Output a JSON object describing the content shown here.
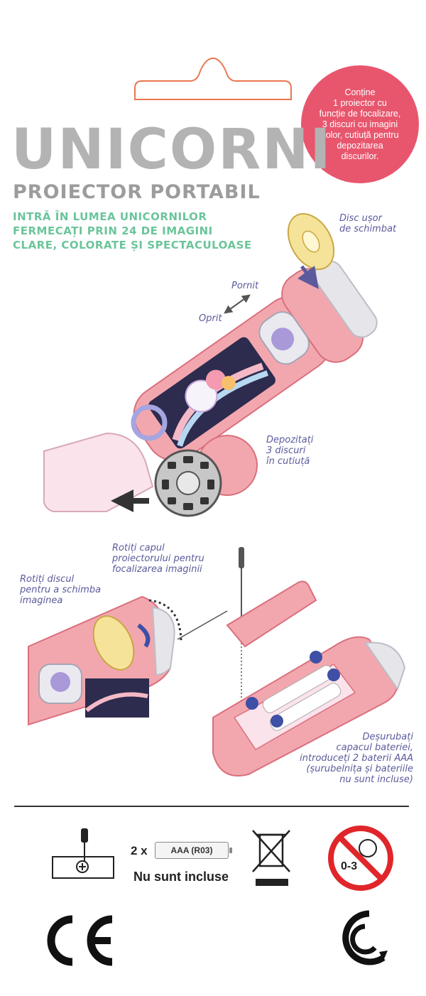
{
  "badge": {
    "lines": [
      "Conține",
      "1 proiector cu",
      "funcție de focalizare,",
      "3 discuri cu imagini",
      "color, cutiuță pentru",
      "depozitarea",
      "discurilor."
    ]
  },
  "header": {
    "title": "UNICORNI",
    "subtitle": "PROIECTOR PORTABIL",
    "tagline": [
      "INTRĂ ÎN LUMEA UNICORNILOR",
      "FERMECAȚI PRIN 24 DE IMAGINI",
      "CLARE, COLORATE ȘI SPECTACULOASE"
    ]
  },
  "annotations": {
    "disc_change": [
      "Disc ușor",
      "de schimbat"
    ],
    "on": "Pornit",
    "off": "Oprit",
    "store_discs": [
      "Depozitați",
      "3 discuri",
      "în cutiuță"
    ],
    "rotate_head": [
      "Rotiți capul",
      "proiectorului pentru",
      "focalizarea imaginii"
    ],
    "rotate_disc": [
      "Rotiți discul",
      "pentru a schimba",
      "imaginea"
    ],
    "battery_instructions": [
      "Deșurubați",
      "capacul bateriei,",
      "introduceți 2 baterii AAA",
      "(șurubelnița și bateriile",
      "nu sunt incluse)"
    ]
  },
  "footer": {
    "battery_count": "2 x",
    "battery_type": "AAA (R03)",
    "not_included": "Nu sunt incluse",
    "age_label": "0-3",
    "marks": [
      "CE",
      "recycling-mark"
    ]
  },
  "colors": {
    "pink": "#f2a7ae",
    "badge": "#e8566d",
    "title_gray": "#b3b3b3",
    "green": "#6bc59a",
    "note_blue": "#5a5a9c",
    "red_forbid": "#e0262a"
  }
}
